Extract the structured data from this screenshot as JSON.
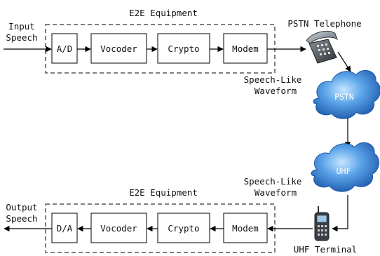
{
  "top": {
    "group_title": "E2E Equipment",
    "input_label_line1": "Input",
    "input_label_line2": "Speech",
    "blocks": [
      "A/D",
      "Vocoder",
      "Crypto",
      "Modem"
    ]
  },
  "pstn_telephone_label": "PSTN Telephone",
  "speech_like_top": {
    "line1": "Speech-Like",
    "line2": "Waveform"
  },
  "pstn_cloud_label": "PSTN",
  "uhf_cloud_label": "UHF",
  "speech_like_bottom": {
    "line1": "Speech-Like",
    "line2": "Waveform"
  },
  "bottom": {
    "group_title": "E2E Equipment",
    "output_label_line1": "Output",
    "output_label_line2": "Speech",
    "blocks": [
      "D/A",
      "Vocoder",
      "Crypto",
      "Modem"
    ]
  },
  "uhf_terminal_label": "UHF Terminal",
  "colors": {
    "cloud_dark": "#1e63b8",
    "cloud_light": "#9fd0f5",
    "line": "#000000"
  }
}
